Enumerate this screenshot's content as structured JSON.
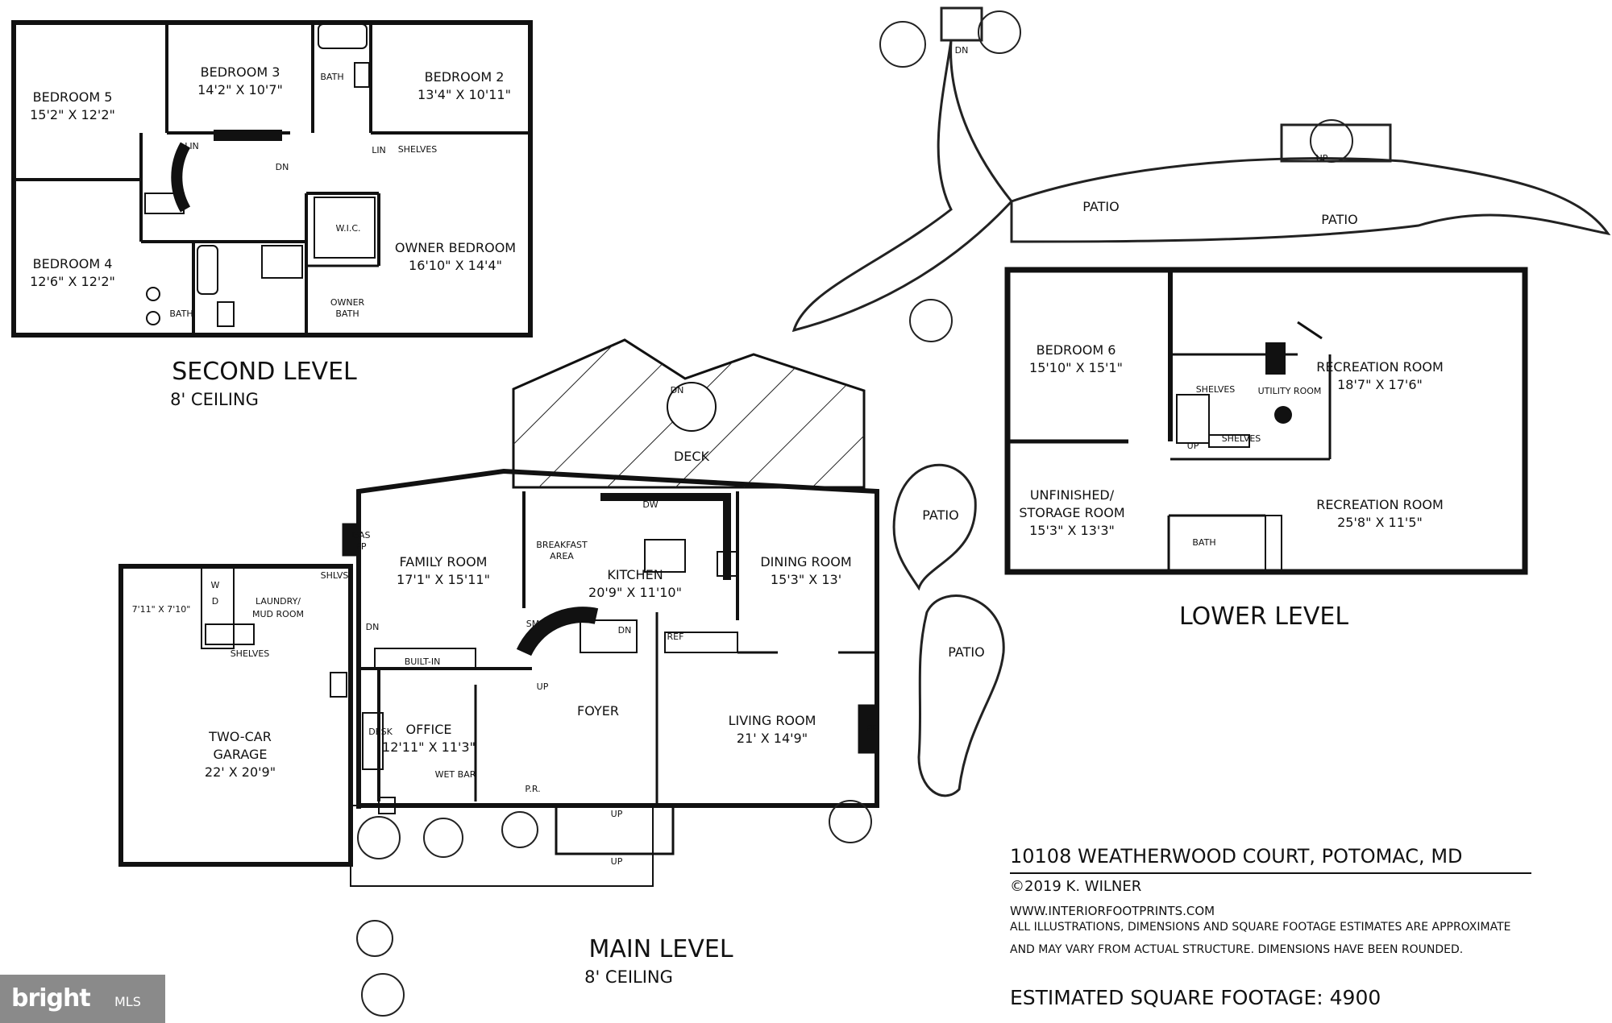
{
  "levels": {
    "second": {
      "name": "SECOND LEVEL",
      "ceiling": "8' CEILING"
    },
    "main": {
      "name": "MAIN LEVEL",
      "ceiling": "8' CEILING"
    },
    "lower": {
      "name": "LOWER LEVEL"
    }
  },
  "rooms": {
    "bedroom5": {
      "name": "BEDROOM 5",
      "dim": "15'2\" X 12'2\""
    },
    "bedroom3": {
      "name": "BEDROOM 3",
      "dim": "14'2\" X 10'7\""
    },
    "bedroom2": {
      "name": "BEDROOM 2",
      "dim": "13'4\" X 10'11\""
    },
    "bedroom4": {
      "name": "BEDROOM 4",
      "dim": "12'6\" X 12'2\""
    },
    "owner_bedroom": {
      "name": "OWNER BEDROOM",
      "dim": "16'10\" X 14'4\""
    },
    "owner_bath": {
      "line1": "OWNER",
      "line2": "BATH"
    },
    "family_room": {
      "name": "FAMILY ROOM",
      "dim": "17'1\" X 15'11\""
    },
    "breakfast": {
      "line1": "BREAKFAST",
      "line2": "AREA"
    },
    "kitchen": {
      "name": "KITCHEN",
      "dim": "20'9\" X 11'10\""
    },
    "dining_room": {
      "name": "DINING ROOM",
      "dim": "15'3\" X 13'"
    },
    "laundry": {
      "line1": "LAUNDRY/",
      "line2": "MUD ROOM"
    },
    "garage": {
      "line1": "TWO-CAR",
      "line2": "GARAGE",
      "dim": "22' X 20'9\""
    },
    "office": {
      "name": "OFFICE",
      "dim": "12'11\" X 11'3\""
    },
    "foyer": {
      "name": "FOYER"
    },
    "living_room": {
      "name": "LIVING ROOM",
      "dim": "21' X 14'9\""
    },
    "deck": {
      "name": "DECK"
    },
    "bedroom6": {
      "name": "BEDROOM 6",
      "dim": "15'10\" X 15'1\""
    },
    "recreation1": {
      "name": "RECREATION ROOM",
      "dim": "18'7\" X 17'6\""
    },
    "utility": {
      "name": "UTILITY ROOM"
    },
    "unfinished": {
      "line1": "UNFINISHED/",
      "line2": "STORAGE ROOM",
      "dim": "15'3\" X 13'3\""
    },
    "recreation2": {
      "name": "RECREATION ROOM",
      "dim": "25'8\" X 11'5\""
    }
  },
  "labels": {
    "bath": "BATH",
    "lin": "LIN",
    "shelves": "SHELVES",
    "wic": "W.I.C.",
    "dn": "DN",
    "up": "UP",
    "gas_fp_1": "GAS",
    "gas_fp_2": "FP",
    "fp": "FP",
    "dw": "DW",
    "ref": "REF",
    "sm": "SM",
    "shlvs": "SHLVS",
    "built_in": "BUILT-IN",
    "desk": "DESK",
    "wet_bar": "WET BAR",
    "pr": "P.R.",
    "small_room_dim": "7'11\" X 7'10\"",
    "patio": "PATIO",
    "w": "W",
    "d": "D"
  },
  "info": {
    "address": "10108 WEATHERWOOD COURT, POTOMAC, MD",
    "copyright": "©2019 K. WILNER",
    "website": "WWW.INTERIORFOOTPRINTS.COM",
    "disclaimer_1": "ALL ILLUSTRATIONS, DIMENSIONS AND SQUARE FOOTAGE ESTIMATES ARE APPROXIMATE",
    "disclaimer_2": "AND MAY VARY FROM ACTUAL STRUCTURE. DIMENSIONS HAVE BEEN ROUNDED.",
    "square_footage": "ESTIMATED SQUARE FOOTAGE: 4900"
  },
  "logo": {
    "brand": "bright",
    "suffix": "MLS"
  }
}
